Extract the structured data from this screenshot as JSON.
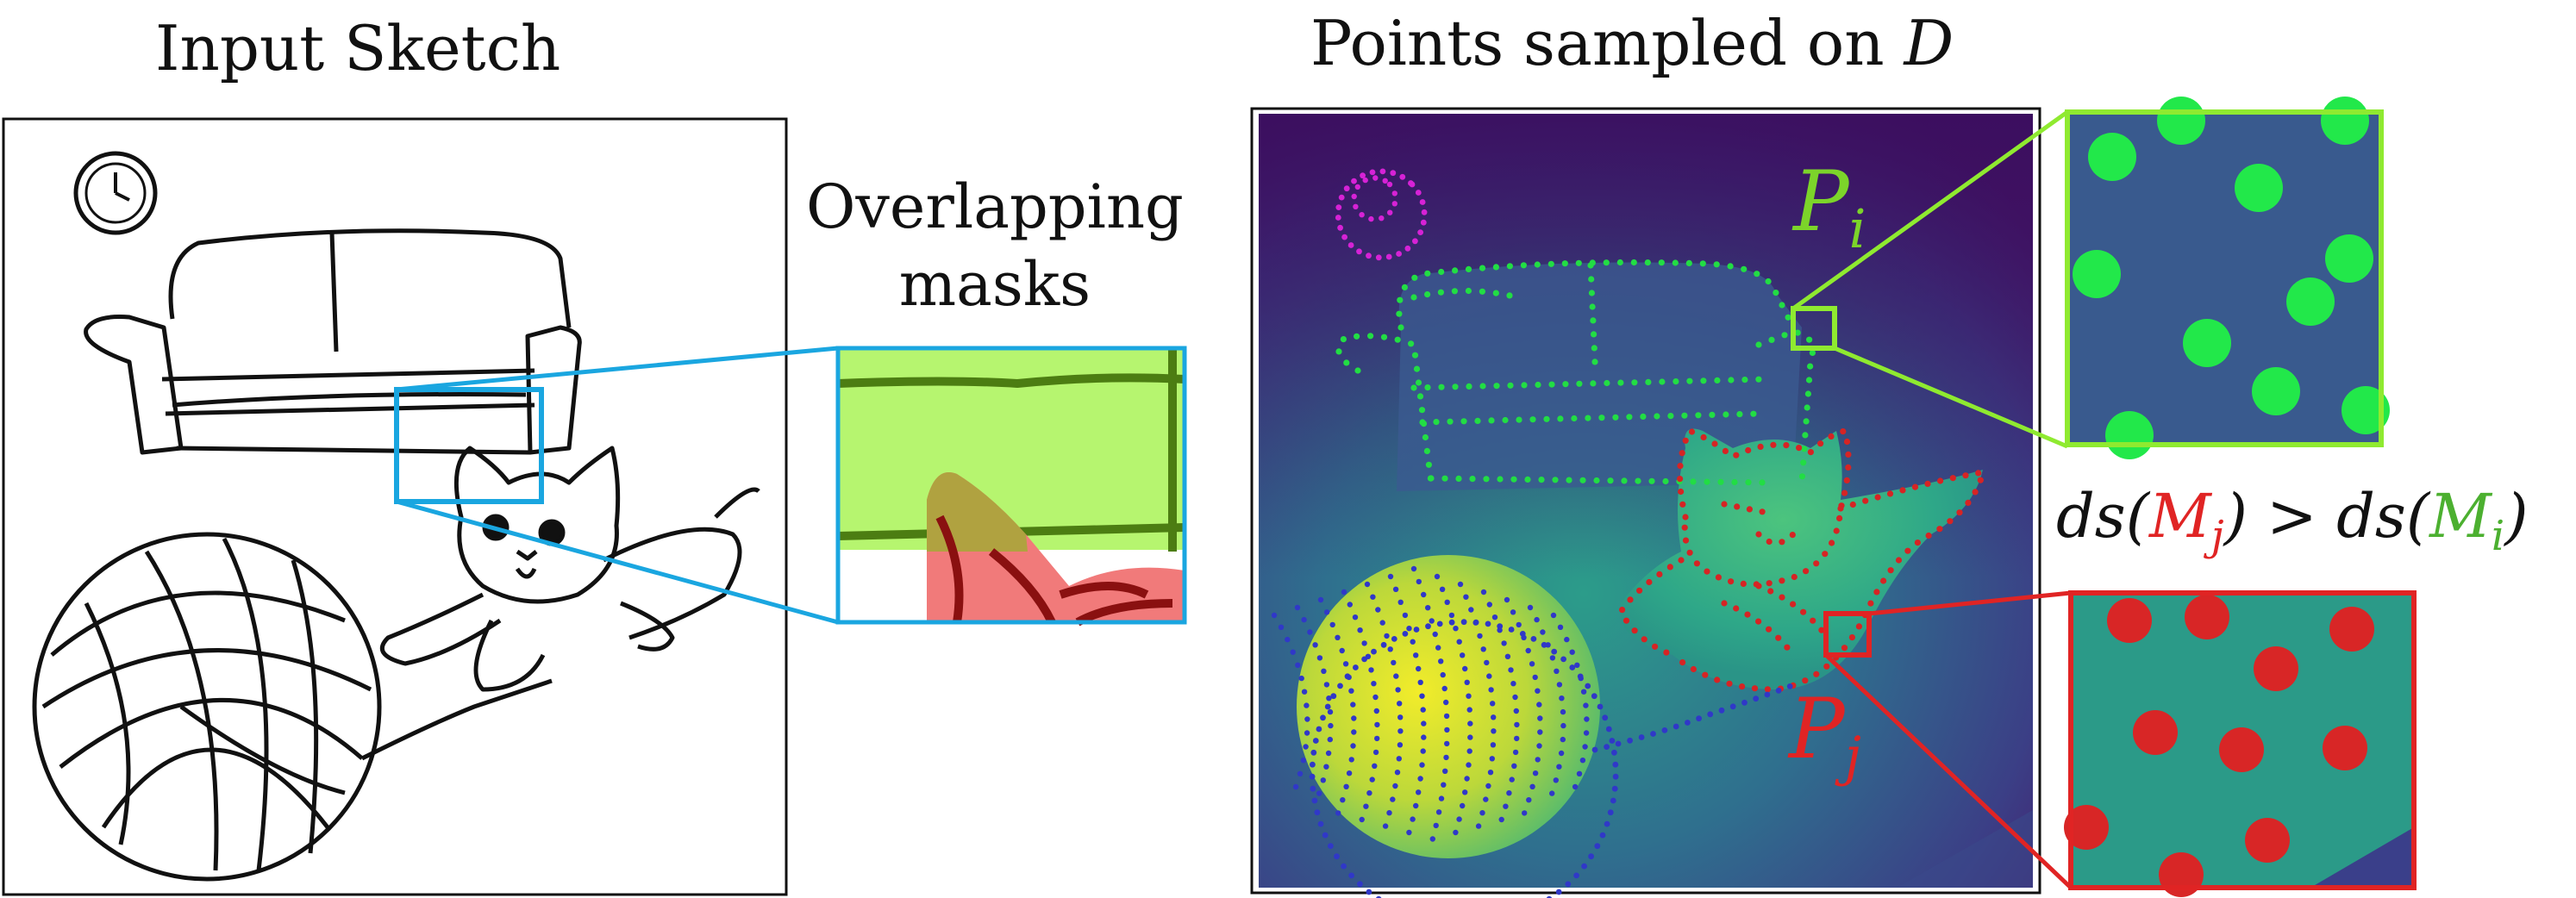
{
  "labels": {
    "input_sketch": "Input Sketch",
    "points_prefix": "Points sampled on ",
    "points_var": "D",
    "overlap_line1": "Overlapping",
    "overlap_line2": "masks",
    "pi_main": "P",
    "pi_sub": "i",
    "pj_main": "P",
    "pj_sub": "j",
    "ineq_ds1": "ds(",
    "ineq_m1": "M",
    "ineq_m1_sub": "j",
    "ineq_mid": ") > ds(",
    "ineq_m2": "M",
    "ineq_m2_sub": "i",
    "ineq_end": ")"
  },
  "colors": {
    "green_mask": "#b6f56f",
    "red_mask": "#f17a7a",
    "highlight_blue": "#1aa6e0",
    "pi_green": "#7cd42a",
    "pj_red": "#e02424",
    "point_green": "#22dd44",
    "point_red": "#d62424",
    "point_blue": "#3038c8",
    "point_magenta": "#d622d6",
    "map_dark": "#3b1360",
    "map_teal": "#2b8c8a",
    "map_yellow": "#e8e23a"
  }
}
